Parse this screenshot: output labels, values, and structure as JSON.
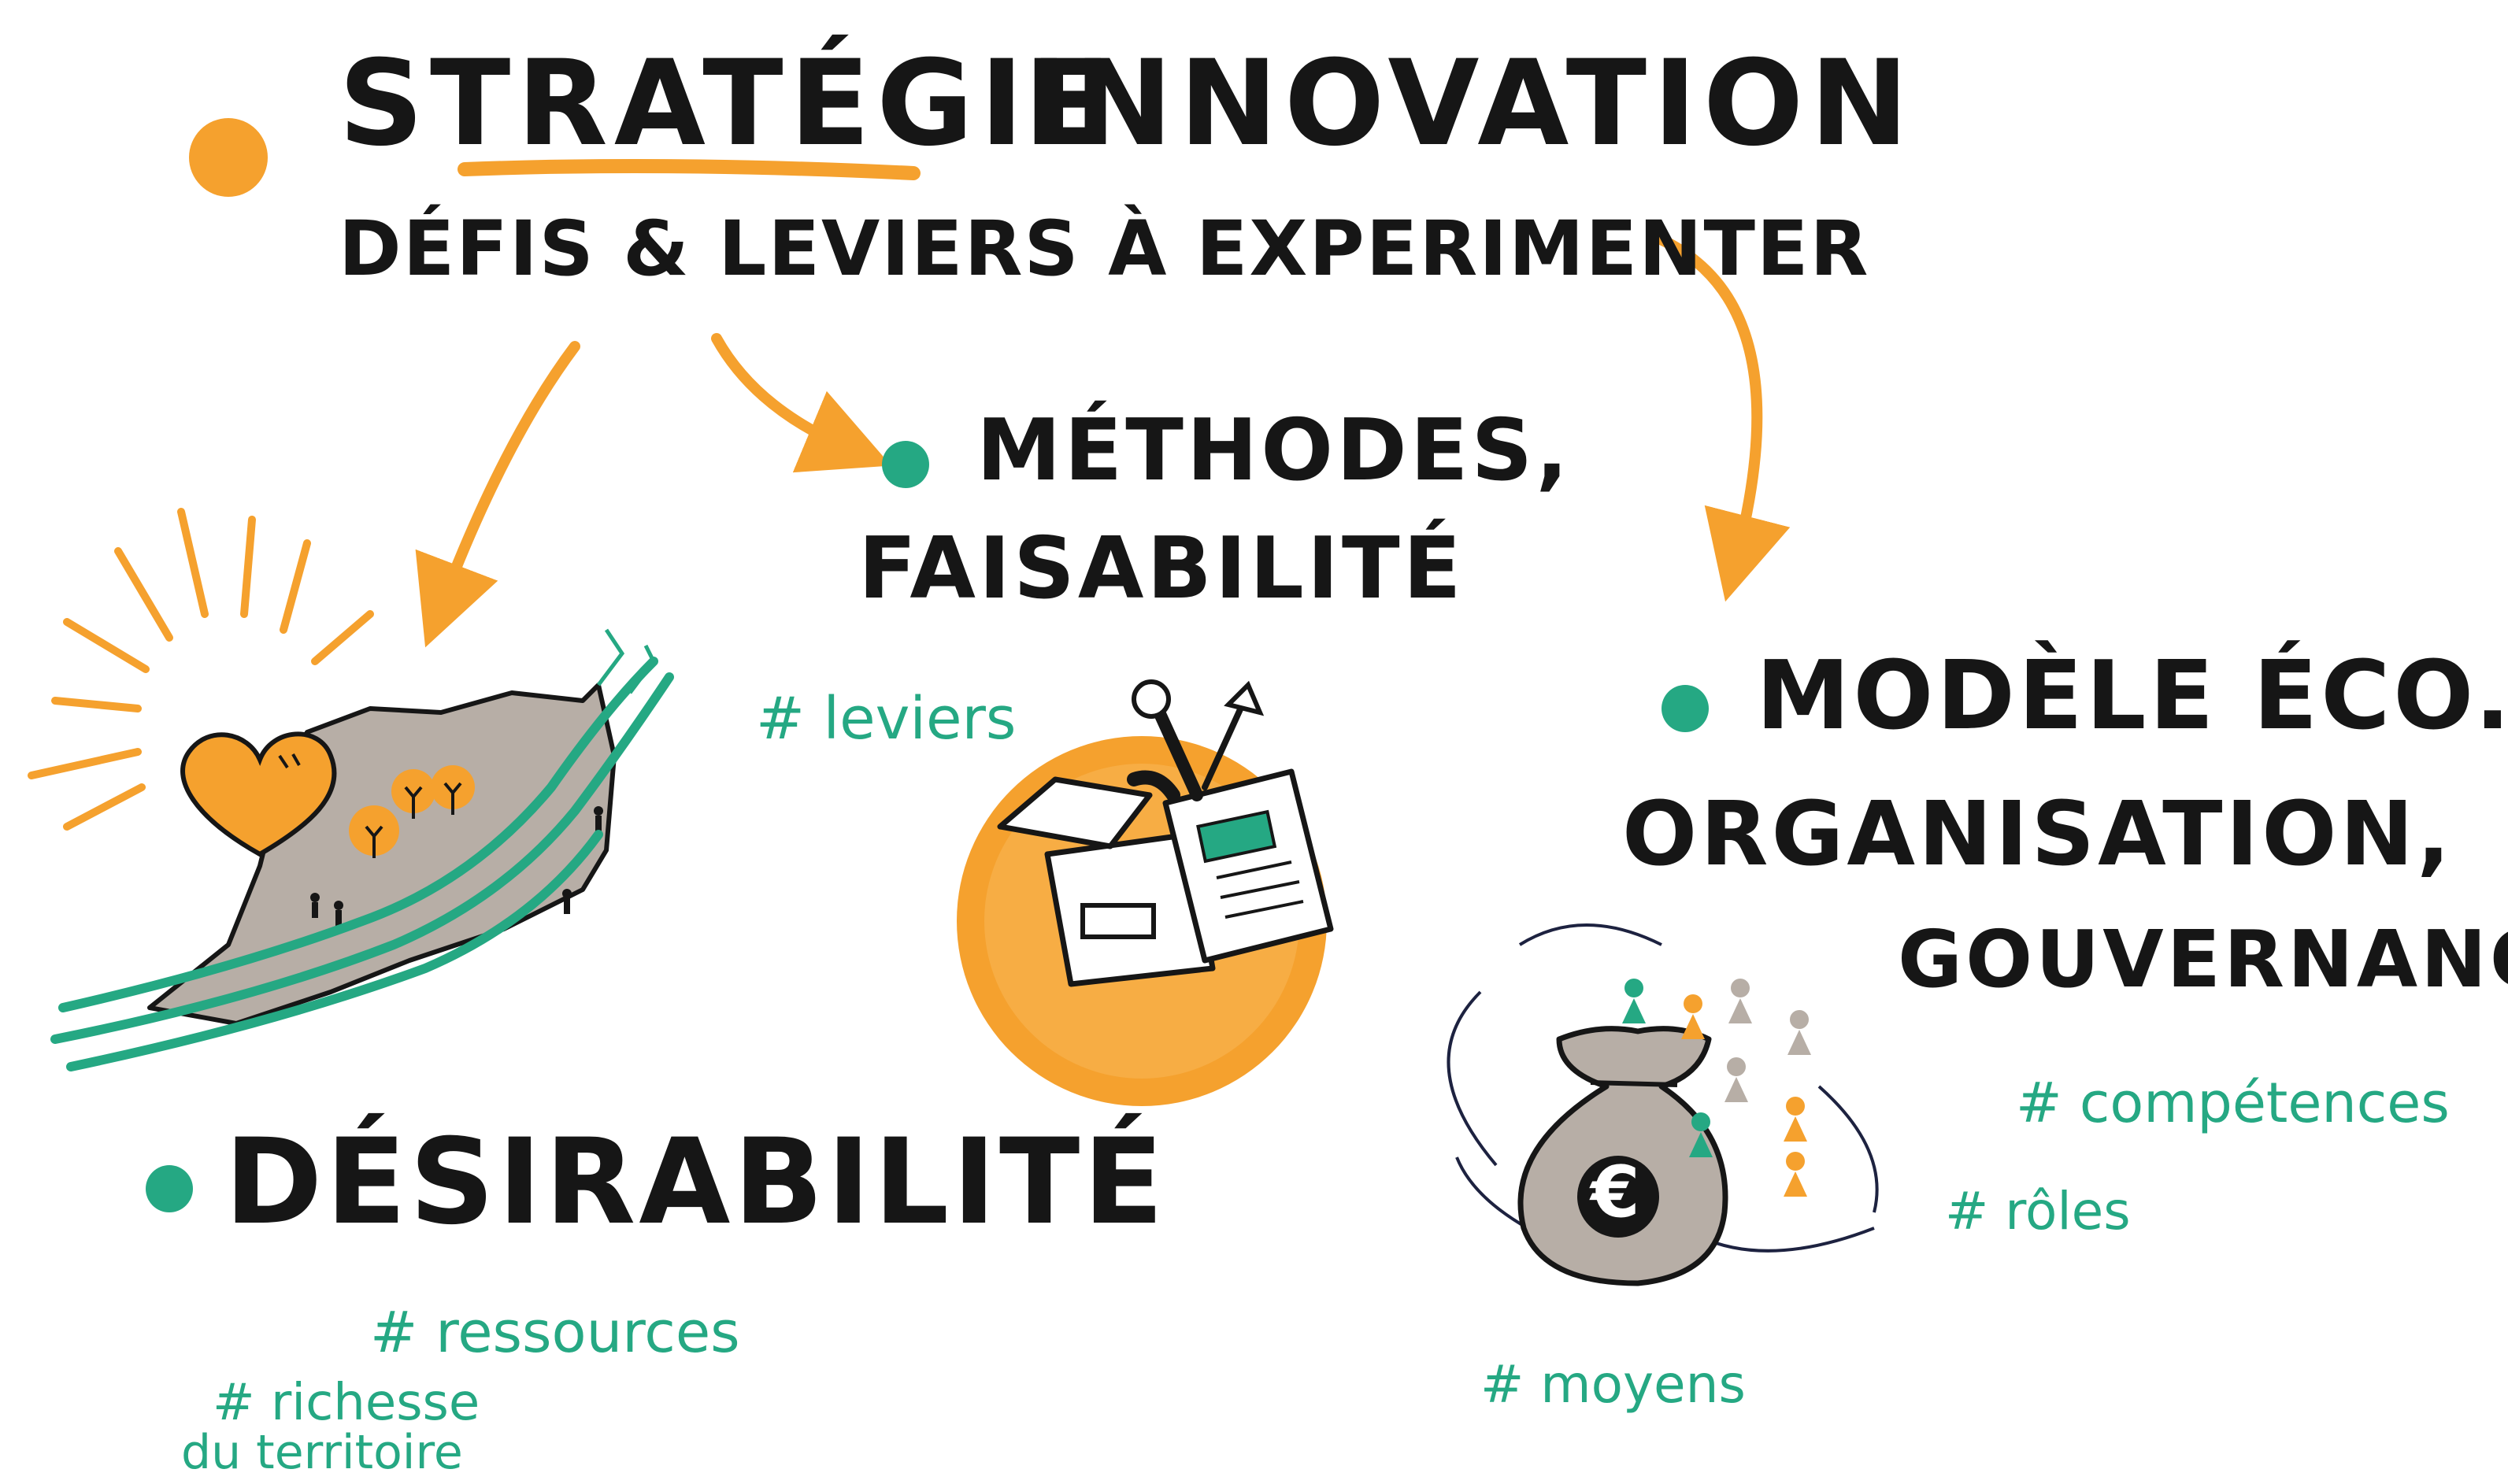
{
  "title": {
    "line1_word1": "STRATÉGIE",
    "line1_word2": "INNOVATION",
    "line2": "DÉFIS & LEVIERS À EXPERIMENTER"
  },
  "sections": {
    "methodes": {
      "title_line1": "MÉTHODES,",
      "title_line2": "FAISABILITÉ",
      "tags": [
        "# leviers"
      ]
    },
    "modele": {
      "title_line1": "MODÈLE ÉCO.,",
      "title_line2": "ORGANISATION,",
      "title_line3": "GOUVERNANCE",
      "tags": [
        "# compétences",
        "# rôles",
        "# moyens"
      ]
    },
    "desirabilite": {
      "title": "DÉSIRABILITÉ",
      "tags": [
        "# ressources",
        "# richesse",
        "du territoire"
      ]
    }
  },
  "icons": {
    "title_bullet": "orange-dot-icon",
    "section_bullet": "green-dot-icon",
    "landscape": "sunny-heart-landscape-icon",
    "toolbox": "toolbox-tools-icon",
    "money_bag": "euro-money-bag-icon",
    "euro_symbol": "€"
  },
  "colors": {
    "orange": "#f5a12e",
    "green": "#25a883",
    "ink": "#161616",
    "grey": "#b7aea6"
  }
}
